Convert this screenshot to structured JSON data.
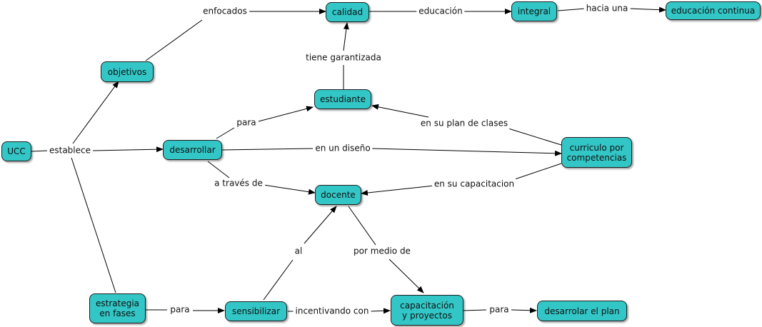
{
  "concept_map": {
    "colors": {
      "node_fill": "#33c6c6",
      "node_border": "#1f1f1f",
      "line": "#000000"
    },
    "nodes": {
      "ucc": "UCC",
      "objetivos": "objetivos",
      "calidad": "calidad",
      "integral": "integral",
      "educacion_continua": "educación continua",
      "estudiante": "estudiante",
      "desarrollar": "desarrollar",
      "curriculo": "curriculo por competencias",
      "docente": "docente",
      "estrategia": "estrategia en fases",
      "sensibilizar": "sensibilizar",
      "capacitacion": "capacitación y proyectos",
      "desarrolar_plan": "desarrolar el plan"
    },
    "links": {
      "enfocados": "enfocados",
      "educacion": "educación",
      "hacia_una": "hacia una",
      "tiene_garantizada": "tiene garantizada",
      "para_estudiante": "para",
      "en_su_plan": "en su plan de clases",
      "establece": "establece",
      "en_un_diseno": "en un diseño",
      "en_su_capacitacion": "en su capacitacion",
      "a_traves_de": "a través de",
      "al": "al",
      "por_medio_de": "por medio de",
      "para_sensibilizar": "para",
      "incentivando_con": "incentivando con",
      "para_plan": "para"
    }
  }
}
